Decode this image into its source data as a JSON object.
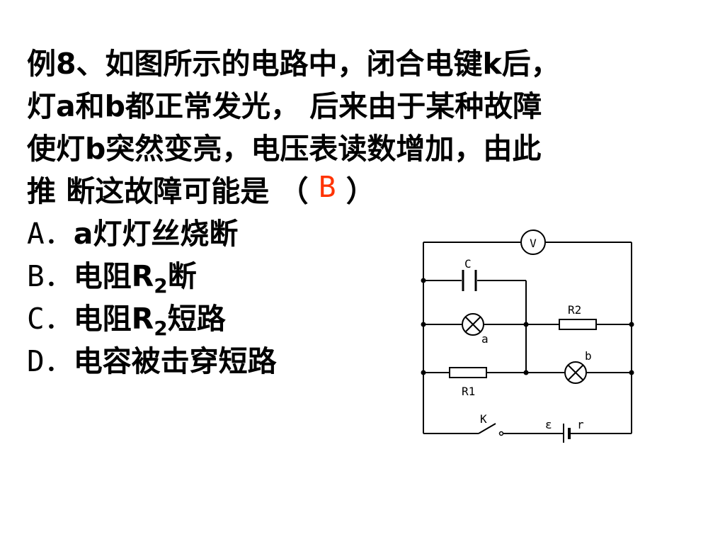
{
  "question": {
    "line1": "例8、如图所示的电路中，闭合电键k后，",
    "line2": "灯a和b都正常发光， 后来由于某种故障",
    "line3": "使灯b突然变亮，电压表读数增加，由此",
    "line4_prefix": "推 断这故障可能是 （ ",
    "answer": "B",
    "line4_suffix": " ）"
  },
  "options": [
    {
      "letter": "A．",
      "text": "a灯灯丝烧断"
    },
    {
      "letter": "B．",
      "text_pre": "电阻R",
      "sub": "2",
      "text_post": "断"
    },
    {
      "letter": "C．",
      "text_pre": "电阻R",
      "sub": "2",
      "text_post": "短路"
    },
    {
      "letter": "D．",
      "text": "电容被击穿短路"
    }
  ],
  "circuit": {
    "voltmeter": "V",
    "capacitor": "C",
    "lamp_a": "a",
    "lamp_b": "b",
    "r2_label": "R2",
    "r1_label": "R1",
    "switch": "K",
    "emf": "ε",
    "internal_r": "r"
  },
  "colors": {
    "text": "#000000",
    "answer": "#ff3300"
  }
}
